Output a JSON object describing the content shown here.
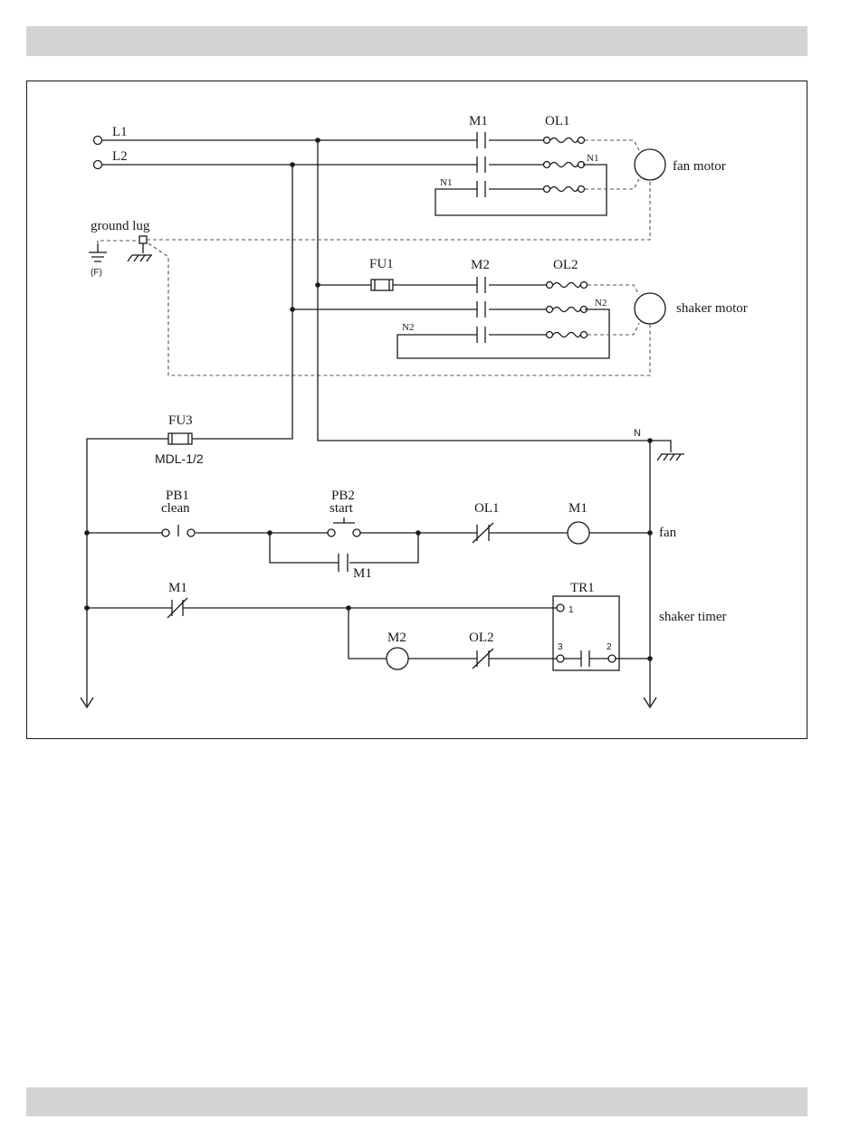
{
  "labels": {
    "L1": "L1",
    "L2": "L2",
    "M1_top": "M1",
    "OL1_top": "OL1",
    "N1_right": "N1",
    "N1_left": "N1",
    "fan_motor": "fan motor",
    "ground_lug": "ground lug",
    "F": "(F)",
    "FU1": "FU1",
    "M2_top": "M2",
    "OL2_top": "OL2",
    "N2_right": "N2",
    "N2_left": "N2",
    "shaker_motor": "shaker motor",
    "FU3": "FU3",
    "FU3_rating": "MDL-1/2",
    "N": "N",
    "PB1": "PB1",
    "PB1_sub": "clean",
    "PB2": "PB2",
    "PB2_sub": "start",
    "OL1_ctrl": "OL1",
    "M1_coil": "M1",
    "fan": "fan",
    "M1_hold": "M1",
    "M1_nc": "M1",
    "TR1": "TR1",
    "TR1_t1": "1",
    "TR1_t2": "2",
    "TR1_t3": "3",
    "shaker_timer": "shaker timer",
    "M2_coil": "M2",
    "OL2_ctrl": "OL2"
  }
}
